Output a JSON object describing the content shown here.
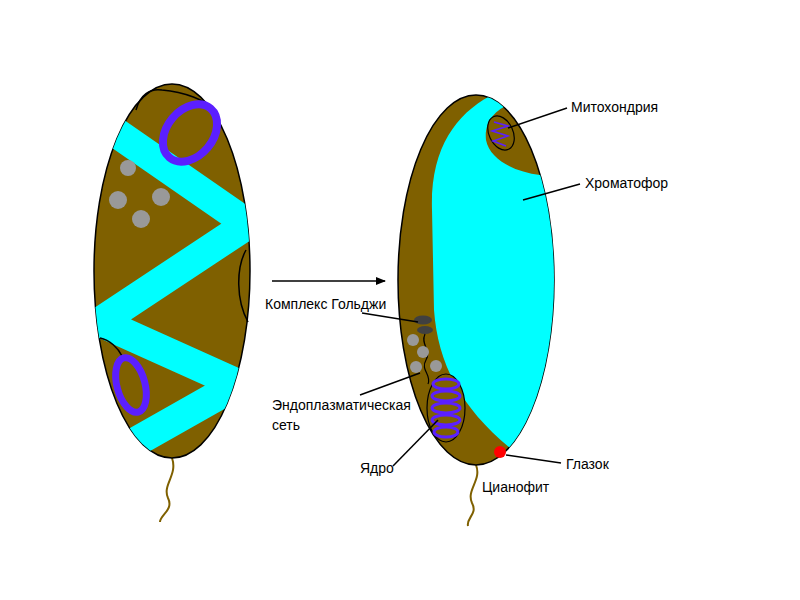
{
  "diagram": {
    "labels": [
      "Митохондрия",
      "Хроматофор",
      "Комплекс Гольджи",
      "Эндоплазматическая сеть",
      "Ядро",
      "Глазок",
      "Цианофит"
    ]
  }
}
